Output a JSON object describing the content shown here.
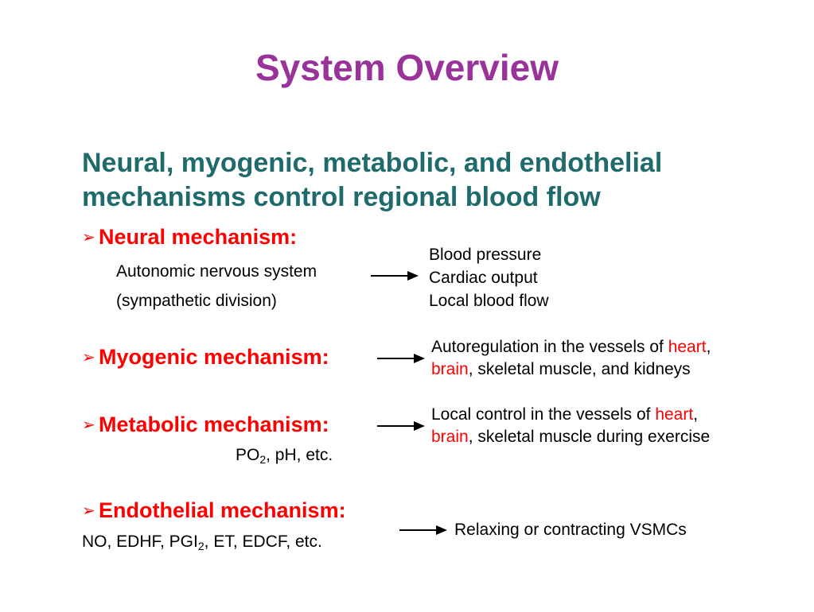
{
  "title": "System Overview",
  "subtitle": {
    "line1": "Neural, myogenic, metabolic, and endothelial",
    "line2": "mechanisms control regional blood flow"
  },
  "bullet_glyph": "➢",
  "neural": {
    "heading": "Neural mechanism:",
    "source_line1": "Autonomic nervous system",
    "source_line2": "(sympathetic division)",
    "targets": [
      "Blood pressure",
      "Cardiac output",
      "Local blood flow"
    ]
  },
  "myogenic": {
    "heading": "Myogenic mechanism:",
    "line1_prefix": "Autoregulation in the vessels of ",
    "line1_highlight": "heart",
    "line1_suffix": ",",
    "line2_highlight": "brain",
    "line2_suffix": ", skeletal muscle, and kidneys"
  },
  "metabolic": {
    "heading": "Metabolic mechanism:",
    "factor_po": "PO",
    "factor_sub": "2",
    "factor_rest": ", pH, etc.",
    "line1_prefix": "Local control in the vessels of ",
    "line1_highlight": "heart",
    "line1_suffix": ",",
    "line2_highlight": "brain",
    "line2_suffix": ", skeletal muscle during exercise"
  },
  "endothelial": {
    "heading": "Endothelial mechanism:",
    "factors_prefix": "NO, EDHF, PGI",
    "factors_sub": "2",
    "factors_suffix": ", ET, EDCF, etc.",
    "result": "Relaxing or contracting VSMCs"
  },
  "colors": {
    "title": "#993399",
    "subtitle": "#1f6b6b",
    "heading": "#ff0000",
    "highlight": "#ff0000",
    "text": "#000000"
  }
}
